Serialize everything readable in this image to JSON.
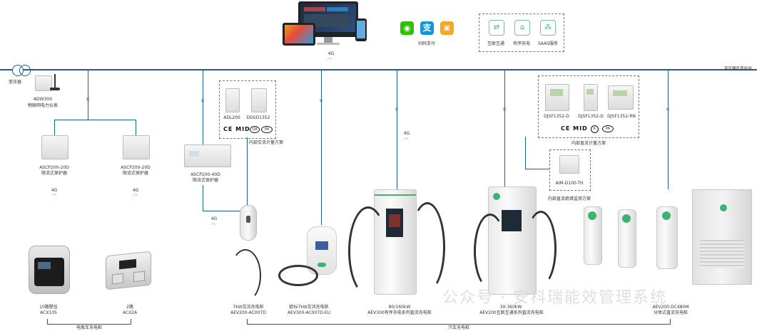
{
  "top": {
    "network_label": "4G",
    "payment_label": "扫码支付",
    "services": [
      {
        "icon": "interconnect-icon",
        "label": "互联互通"
      },
      {
        "icon": "orderly-charging-icon",
        "label": "有序充电"
      },
      {
        "icon": "saas-icon",
        "label": "SAAS服务"
      }
    ]
  },
  "bus": {
    "transformer_label": "变压器",
    "load_monitor_label": "变压器负荷监测"
  },
  "meter": {
    "model": "ADW300",
    "desc": "物联网电力仪表"
  },
  "ebike_protectors": [
    {
      "model": "ASCP200-20D",
      "desc": "限流式保护器",
      "net": "4G"
    },
    {
      "model": "ASCP200-20D",
      "desc": "限流式保护器",
      "net": "4G"
    }
  ],
  "ebike_chargers": [
    {
      "line1": "10路壁挂",
      "line2": "ACX10S"
    },
    {
      "line1": "2路",
      "line2": "ACX2A"
    }
  ],
  "ebike_group_label": "电瓶车充电桩",
  "ac_protector": {
    "model": "ASCP200-40D",
    "desc": "限流式保护器",
    "net": "4G"
  },
  "ac_metering": {
    "devices": [
      "ADL200",
      "DDSD1352"
    ],
    "certs": "CE MID",
    "title": "内部交流计量方案"
  },
  "dc_metering": {
    "devices": [
      "DJSF1352-D",
      "DJSF1352-D",
      "DJSF1352-RN"
    ],
    "certs": "CE MID",
    "title": "内部直流计量方案"
  },
  "insulation": {
    "model": "AIM-D100-TH",
    "title": "内部直流绝缘监测方案"
  },
  "dc_net": "4G",
  "car_chargers": [
    {
      "line1": "7kW交流充电桩",
      "line2": "AEV200-AC007D"
    },
    {
      "line1": "欧标7kW交流充电桩",
      "line2": "AEV300-AC007D-EU"
    },
    {
      "line1": "80/160kW",
      "line2": "AEV300有序充电系列直流充电桩"
    },
    {
      "line1": "30-360kW",
      "line2": "AEV200互联互通系列直流充电桩"
    },
    {
      "line1": "AEV200-DC480M",
      "line2": "分体式直流充电桩"
    }
  ],
  "car_group_label": "汽车充电桩",
  "watermark": "公众号 · 安科瑞能效管理系统",
  "colors": {
    "bus": "#1f5f8b",
    "accent_green": "#3cb371",
    "wifi": "#3a8fd0"
  }
}
